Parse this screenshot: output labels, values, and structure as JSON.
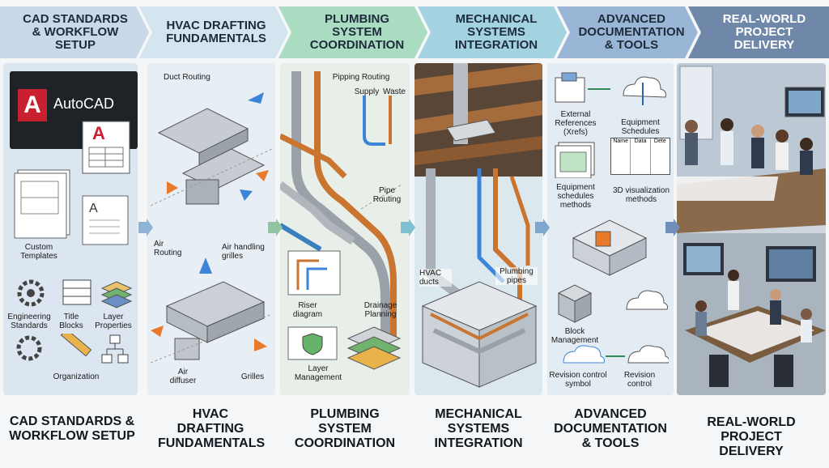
{
  "stages": [
    {
      "title": "CAD STANDARDS & WORKFLOW SETUP",
      "color": "#c8d9ea"
    },
    {
      "title": "HVAC DRAFTING FUNDAMENTALS",
      "color": "#cfe3ee"
    },
    {
      "title": "PLUMBING SYSTEM COORDINATION",
      "color": "#b9e0c8"
    },
    {
      "title": "MECHANICAL SYSTEMS INTEGRATION",
      "color": "#a8d6e3"
    },
    {
      "title": "ADVANCED DOCUMENTATION & TOOLS",
      "color": "#9fb9d8"
    },
    {
      "title": "REAL-WORLD PROJECT DELIVERY",
      "color": "#6d86a8"
    }
  ],
  "panel1": {
    "app": "AutoCAD",
    "custom_templates": "Custom Templates",
    "engineering_standards": "Engineering Standards",
    "title_blocks": "Title Blocks",
    "layer_properties": "Layer Properties",
    "organization": "Organization"
  },
  "panel2": {
    "duct_routing": "Duct Routing",
    "air_routing": "Air Routing",
    "air_handling_grilles": "Air handling grilles",
    "air_diffuser": "Air diffuser",
    "grilles": "Grilles"
  },
  "panel3": {
    "piping_routing": "Pipping Routing",
    "supply": "Supply",
    "waste": "Waste",
    "pipe_routing": "Pipe Routing",
    "riser_diagram": "Riser diagram",
    "drainage_planning": "Drainage Planning",
    "layer_management": "Layer Management"
  },
  "panel4": {
    "hvac_ducts": "HVAC ducts",
    "plumbing_pipes": "Plumbing pipes"
  },
  "panel5": {
    "xrefs": "External References (Xrefs)",
    "equipment_schedules": "Equipment Schedules",
    "table_cols": [
      "Name",
      "Data",
      "Dete"
    ],
    "equipment_methods": "Equipment schedules methods",
    "visualization_methods": "3D visualization methods",
    "block_management": "Block Management",
    "revision_symbol": "Revision control symbol",
    "revision_control": "Revision control"
  }
}
